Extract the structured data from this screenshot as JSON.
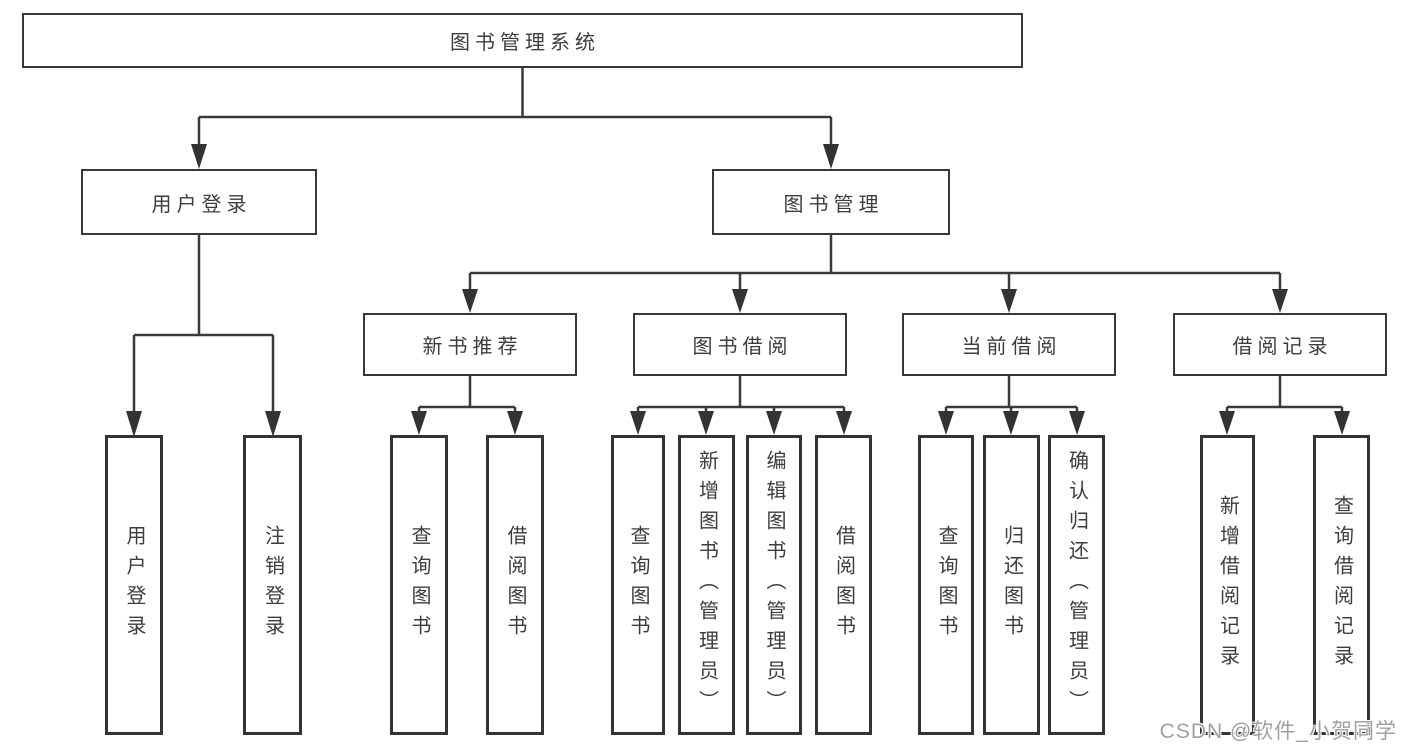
{
  "tree": {
    "label": "图书管理系统",
    "children": [
      {
        "label": "用户登录",
        "children": [
          {
            "label": "用户登录"
          },
          {
            "label": "注销登录"
          }
        ]
      },
      {
        "label": "图书管理",
        "children": [
          {
            "label": "新书推荐",
            "children": [
              {
                "label": "查询图书"
              },
              {
                "label": "借阅图书"
              }
            ]
          },
          {
            "label": "图书借阅",
            "children": [
              {
                "label": "查询图书"
              },
              {
                "label": "新增图书（管理员）"
              },
              {
                "label": "编辑图书（管理员）"
              },
              {
                "label": "借阅图书"
              }
            ]
          },
          {
            "label": "当前借阅",
            "children": [
              {
                "label": "查询图书"
              },
              {
                "label": "归还图书"
              },
              {
                "label": "确认归还（管理员）"
              }
            ]
          },
          {
            "label": "借阅记录",
            "children": [
              {
                "label": "新增借阅记录"
              },
              {
                "label": "查询借阅记录"
              }
            ]
          }
        ]
      }
    ]
  },
  "watermark": "CSDN @软件_小贺同学",
  "colors": {
    "line": "#3a3a3a",
    "border": "#333333",
    "text": "#3d3d3d",
    "watermark": "#a0a0a0",
    "background": "#ffffff"
  }
}
